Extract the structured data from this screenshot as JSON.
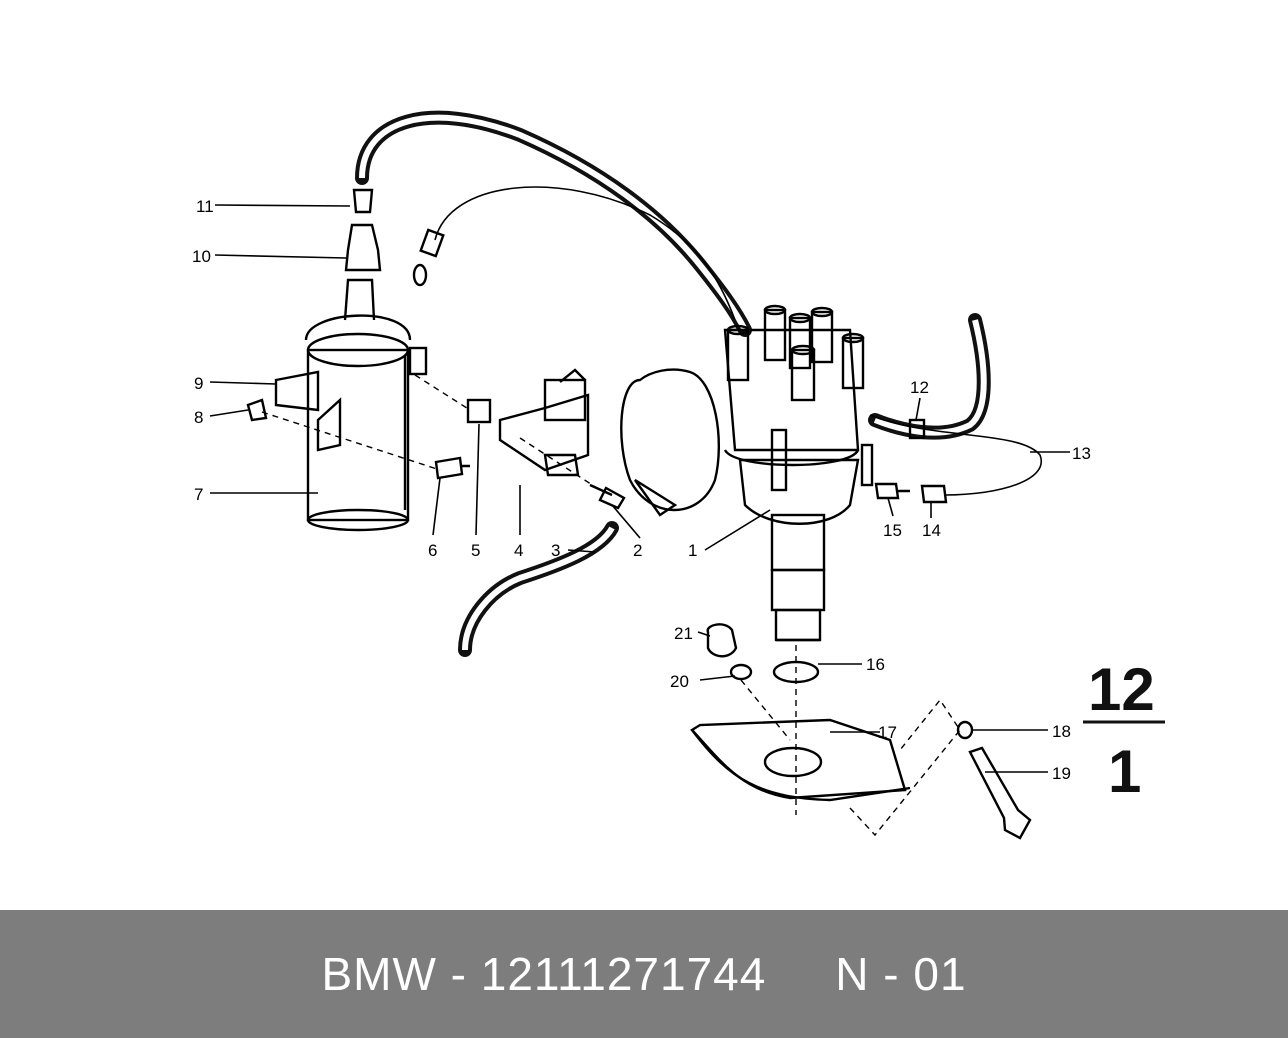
{
  "callouts": [
    "1",
    "2",
    "3",
    "4",
    "5",
    "6",
    "7",
    "8",
    "9",
    "10",
    "11",
    "12",
    "13",
    "14",
    "15",
    "16",
    "17",
    "18",
    "19",
    "20",
    "21"
  ],
  "figure_ref": {
    "top": "12",
    "bottom": "1"
  },
  "footer": {
    "brand": "BMW",
    "part_number": "12111271744",
    "code": "N - 01"
  },
  "colors": {
    "footer_bg": "#7d7d7d",
    "footer_text": "#ffffff",
    "ink": "#000000"
  }
}
